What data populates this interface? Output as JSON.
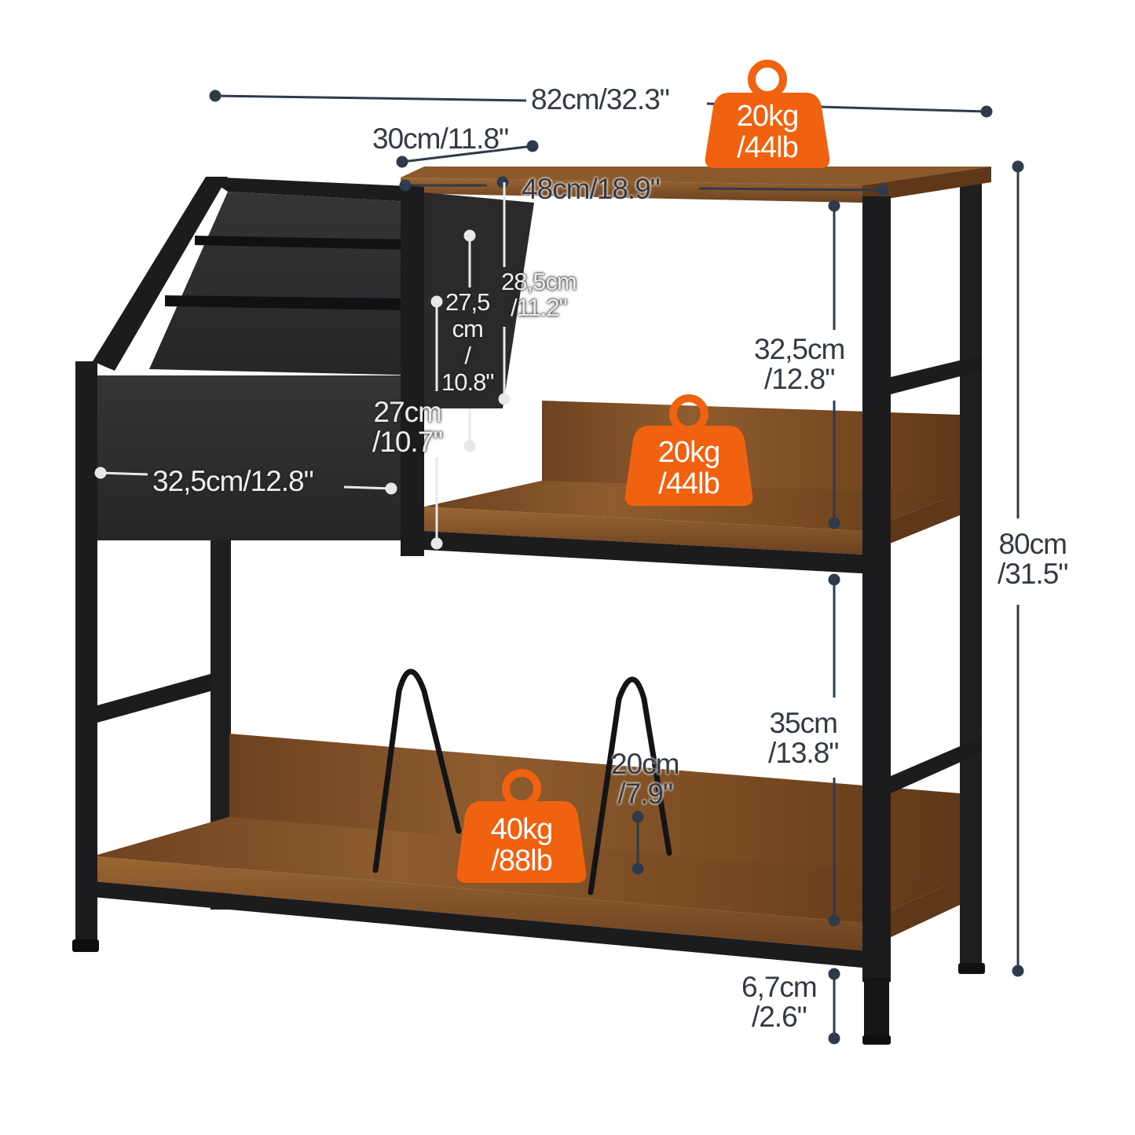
{
  "colors": {
    "frame": "#1c1c1e",
    "wood_light": "#8b5a2b",
    "wood_dark": "#5a3516",
    "fabric": "#2e2e30",
    "badge": "#f0620f",
    "dimension_line": "#2f3b4a"
  },
  "dimensions": {
    "overall_width": "82cm/32.3\"",
    "depth": "30cm/11.8\"",
    "top_shelf_width": "48cm/18.9\"",
    "overall_height": [
      "80cm",
      "/31.5\""
    ],
    "upper_gap": [
      "32,5cm",
      "/12.8\""
    ],
    "lower_gap": [
      "35cm",
      "/13.8\""
    ],
    "floor_clearance": [
      "6,7cm",
      "/2.6\""
    ],
    "pocket_width": "32,5cm/12.8\"",
    "pocket_back": [
      "28,5cm",
      "/11.2\""
    ],
    "pocket_middle": [
      "27,5",
      "cm",
      "/",
      "10.8\""
    ],
    "pocket_front": [
      "27cm",
      "/10.7\""
    ],
    "divider_height": [
      "20cm",
      "/7.9\""
    ]
  },
  "load_badges": {
    "top": [
      "20kg",
      "/44lb"
    ],
    "middle": [
      "20kg",
      "/44lb"
    ],
    "bottom": [
      "40kg",
      "/88lb"
    ]
  },
  "icons": [
    "weight-icon"
  ]
}
